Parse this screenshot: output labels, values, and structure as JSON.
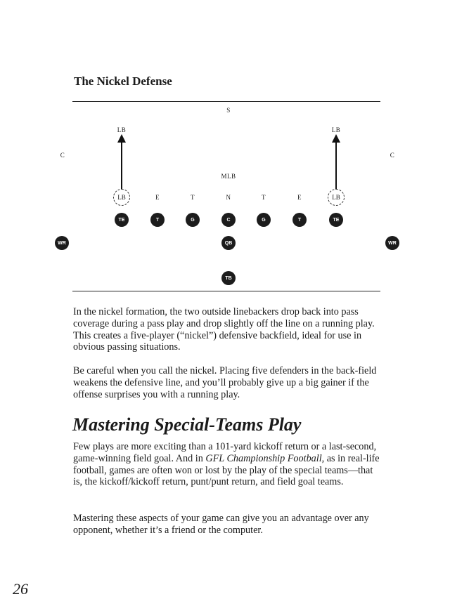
{
  "page": {
    "section_title": "The Nickel Defense",
    "page_number": "26"
  },
  "diagram": {
    "safety": "S",
    "lb_top_left": "LB",
    "lb_top_right": "LB",
    "corner_left": "C",
    "corner_right": "C",
    "mlb": "MLB",
    "lb_line_left": "LB",
    "end_left": "E",
    "tackle_left": "T",
    "nose": "N",
    "tackle_right": "T",
    "end_right": "E",
    "lb_line_right": "LB",
    "offense": {
      "te_left": "TE",
      "t_left": "T",
      "g_left": "G",
      "center": "C",
      "g_right": "G",
      "t_right": "T",
      "te_right": "TE",
      "wr_left": "WR",
      "qb": "QB",
      "wr_right": "WR",
      "tb": "TB"
    }
  },
  "body": {
    "p1": "In the nickel formation, the two outside linebackers drop back into pass coverage during a pass play and drop slightly off the line on a running play. This creates a five-player (“nickel”) defensive backfield, ideal for use in obvious passing situations.",
    "p2": "Be careful when you call the nickel. Placing five defenders in the back-field weakens the defensive line, and you’ll probably give up a big gainer if the offense surprises you with a running play.",
    "heading": "Mastering Special-Teams Play",
    "p3_a": "Few plays are more exciting than a 101-yard kickoff return or a last-second, game-winning field goal. And in ",
    "p3_title": "GFL Championship Football",
    "p3_b": ", as in real-life football, games are often won or lost by the play of the special teams—that is, the kickoff/kickoff return, punt/punt return, and field goal teams.",
    "p4": "Mastering these aspects of your game can give you an advantage over any opponent, whether it’s a friend or the computer."
  }
}
